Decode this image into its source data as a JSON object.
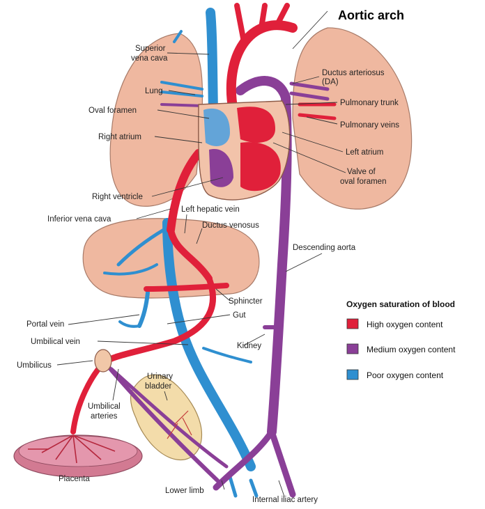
{
  "title": "Aortic arch",
  "labels": {
    "superior_vena_cava_l1": "Superior",
    "superior_vena_cava_l2": "vena cava",
    "lung": "Lung",
    "oval_foramen": "Oval foramen",
    "right_atrium": "Right atrium",
    "right_ventricle": "Right ventricle",
    "inferior_vena_cava": "Inferior vena cava",
    "left_hepatic_vein": "Left hepatic vein",
    "ductus_venosus": "Ductus venosus",
    "sphincter": "Sphincter",
    "gut": "Gut",
    "portal_vein": "Portal vein",
    "umbilical_vein": "Umbilical vein",
    "umbilicus": "Umbilicus",
    "urinary_bladder_l1": "Urinary",
    "urinary_bladder_l2": "bladder",
    "umbilical_arteries_l1": "Umbilical",
    "umbilical_arteries_l2": "arteries",
    "placenta": "Placenta",
    "lower_limb": "Lower limb",
    "internal_iliac_artery": "Internal iliac artery",
    "kidney": "Kidney",
    "descending_aorta": "Descending aorta",
    "ductus_arteriosus_l1": "Ductus arteriosus",
    "ductus_arteriosus_l2": "(DA)",
    "pulmonary_trunk": "Pulmonary trunk",
    "pulmonary_veins": "Pulmonary veins",
    "left_atrium": "Left atrium",
    "valve_oval_foramen_l1": "Valve of",
    "valve_oval_foramen_l2": "oval foramen"
  },
  "legend": {
    "title": "Oxygen saturation of blood",
    "items": [
      {
        "label": "High oxygen content",
        "color": "#e0203a"
      },
      {
        "label": "Medium oxygen content",
        "color": "#8a3f97"
      },
      {
        "label": "Poor oxygen content",
        "color": "#2f8fd0"
      }
    ]
  },
  "colors": {
    "high": "#e0203a",
    "medium": "#8a3f97",
    "poor": "#2f8fd0",
    "organ": "#efb8a0",
    "organ_stroke": "#a77a68",
    "placenta": "#d27a92",
    "bladder": "#f3dcaa"
  }
}
